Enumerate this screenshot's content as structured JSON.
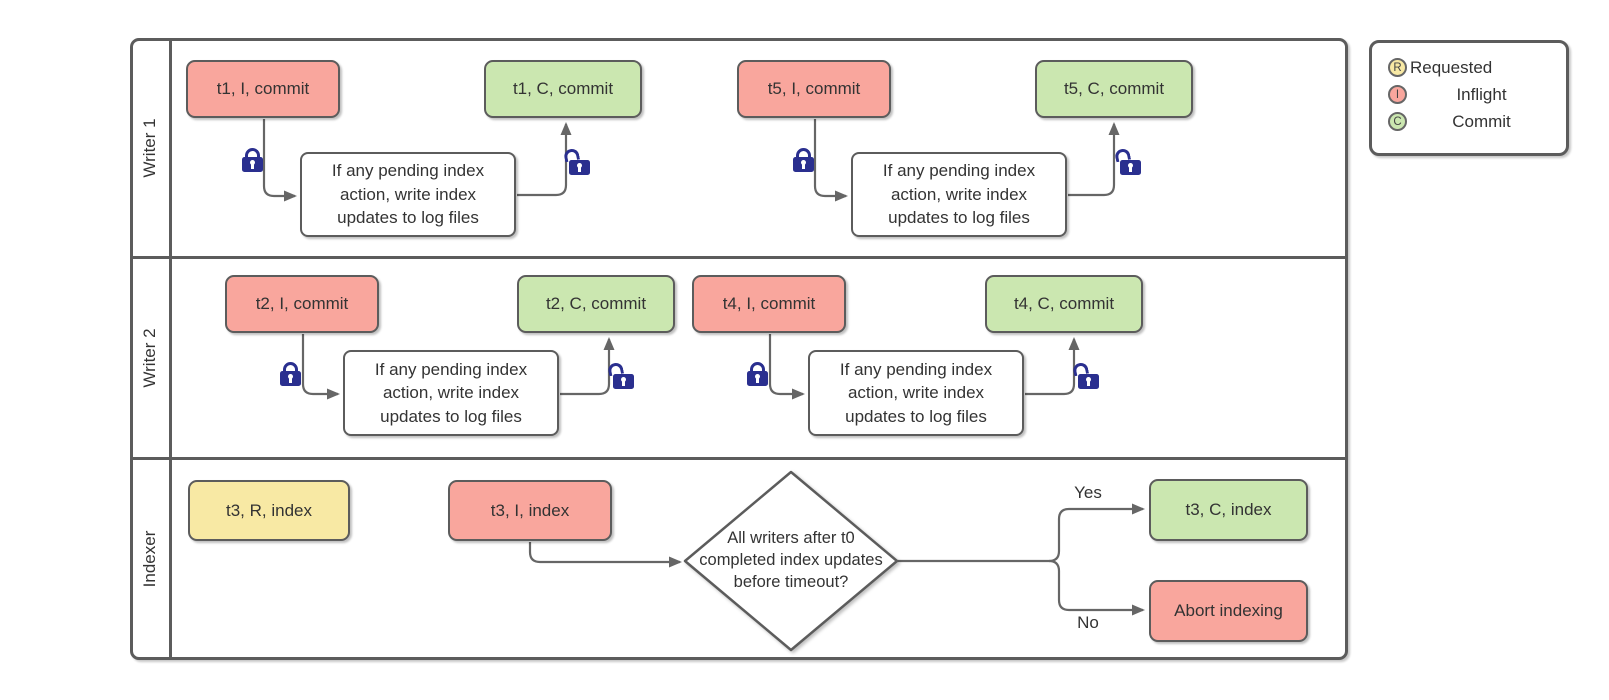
{
  "lanes": [
    {
      "label": "Writer 1"
    },
    {
      "label": "Writer 2"
    },
    {
      "label": "Indexer"
    }
  ],
  "writer1": {
    "t1_inflight": "t1, I, commit",
    "t1_commit": "t1, C, commit",
    "t5_inflight": "t5, I, commit",
    "t5_commit": "t5, C, commit",
    "process1": "If any pending index action, write index updates to log files",
    "process2": "If any pending index action, write index updates to log files"
  },
  "writer2": {
    "t2_inflight": "t2, I, commit",
    "t2_commit": "t2, C, commit",
    "t4_inflight": "t4, I, commit",
    "t4_commit": "t4, C, commit",
    "process1": "If any pending index action, write index updates to log files",
    "process2": "If any pending index action, write index updates to log files"
  },
  "indexer": {
    "requested": "t3, R, index",
    "inflight": "t3, I, index",
    "decision": "All writers after t0 completed index updates before timeout?",
    "yes_label": "Yes",
    "no_label": "No",
    "commit": "t3, C, index",
    "abort": "Abort indexing"
  },
  "legend": {
    "items": [
      {
        "letter": "R",
        "label": "Requested",
        "color": "#f8e9a4"
      },
      {
        "letter": "I",
        "label": "Inflight",
        "color": "#f9a69d"
      },
      {
        "letter": "C",
        "label": "Commit",
        "color": "#cbe7b0"
      }
    ]
  },
  "colors": {
    "inflight": "#f9a69d",
    "commit": "#cbe7b0",
    "requested": "#f8e9a4",
    "border": "#5c5c5c",
    "arrow": "#666666",
    "text": "#333333",
    "lock": "#2a2f8f",
    "process_fill": "#ffffff"
  }
}
